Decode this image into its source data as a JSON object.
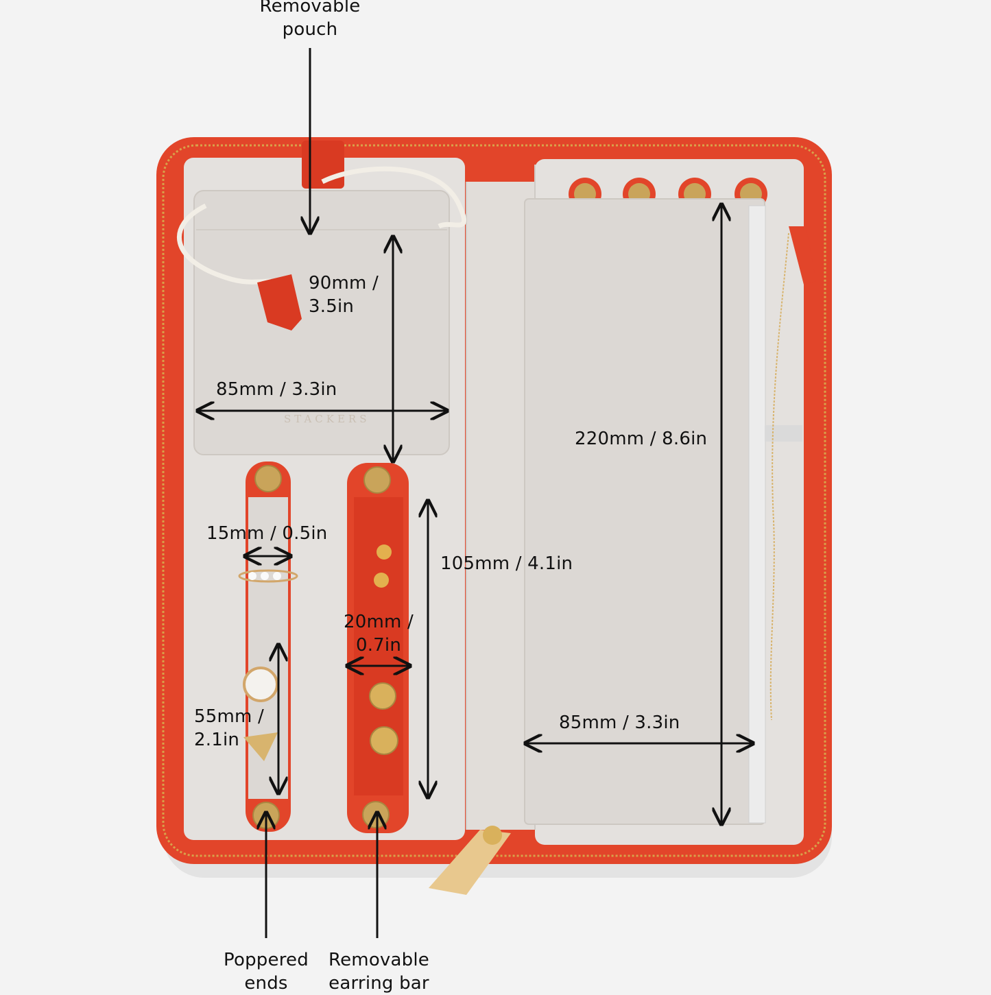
{
  "labels": {
    "pouch_title": "Removable\npouch",
    "pouch_height": "90mm /\n3.5in",
    "pouch_width": "85mm / 3.3in",
    "ring_bar_width": "15mm / 0.5in",
    "ring_bar_length": "55mm /\n2.1in",
    "earring_bar_width": "20mm /\n0.7in",
    "earring_bar_length": "105mm / 4.1in",
    "pocket_height": "220mm / 8.6in",
    "pocket_width": "85mm / 3.3in",
    "poppered_ends": "Poppered\nends",
    "earring_bar_title": "Removable\nearring bar"
  },
  "brand_text": "STACKERS",
  "colors": {
    "background": "#f3f3f3",
    "case_orange": "#e2452a",
    "lining": "#e4e1de",
    "pouch": "#dcd8d4",
    "gold": "#c9a45a",
    "arrow": "#111111"
  }
}
